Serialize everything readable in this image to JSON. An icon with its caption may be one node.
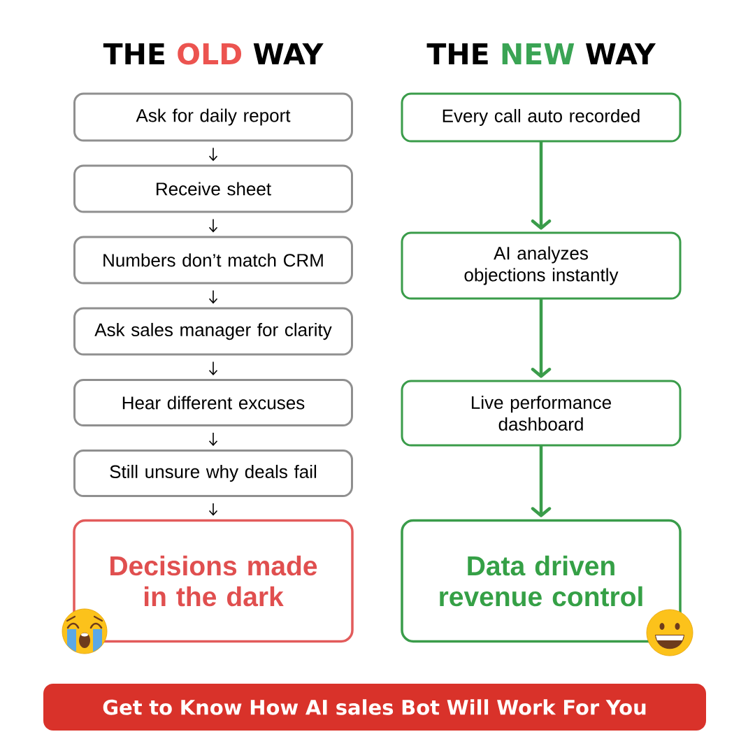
{
  "diagram": {
    "nodes": [
      {
        "text": [
          "Ask for daily report"
        ]
      },
      {
        "text": [
          "Receive sheet"
        ]
      },
      {
        "text": [
          "Numbers don’t match CRM"
        ]
      },
      {
        "text": [
          "Ask sales manager for clarity"
        ]
      },
      {
        "text": [
          "Hear different excuses"
        ]
      },
      {
        "text": [
          "Still unsure why deals fail"
        ]
      },
      {
        "text": [
          "Decisions made in the dark"
        ]
      },
      {
        "text": [
          "Every call auto recorded"
        ]
      },
      {
        "text": [
          "AI analyzes objections instantly"
        ]
      },
      {
        "text": [
          "Live performance dashboard"
        ]
      },
      {
        "text": [
          "Data driven revenue control"
        ]
      },
      {
        "text": [
          "Get to Know How AI sales Bot Will Work For You"
        ]
      }
    ],
    "edges": [
      {
        "from": 0,
        "to": 1,
        "arrow": "to"
      },
      {
        "from": 1,
        "to": 2,
        "arrow": "to"
      },
      {
        "from": 2,
        "to": 3,
        "arrow": "to"
      },
      {
        "from": 3,
        "to": 4,
        "arrow": "to"
      },
      {
        "from": 4,
        "to": 5,
        "arrow": "to"
      },
      {
        "from": 5,
        "to": 6,
        "arrow": "to"
      },
      {
        "from": 7,
        "to": 8,
        "arrow": "to",
        "style": "thick",
        "color": "#3a9c4a"
      },
      {
        "from": 8,
        "to": 9,
        "arrow": "to",
        "style": "thick",
        "color": "#3a9c4a"
      },
      {
        "from": 9,
        "to": 10,
        "arrow": "to",
        "style": "thick",
        "color": "#3a9c4a"
      }
    ],
    "labels": [
      "THE OLD WAY",
      "THE NEW WAY"
    ]
  }
}
